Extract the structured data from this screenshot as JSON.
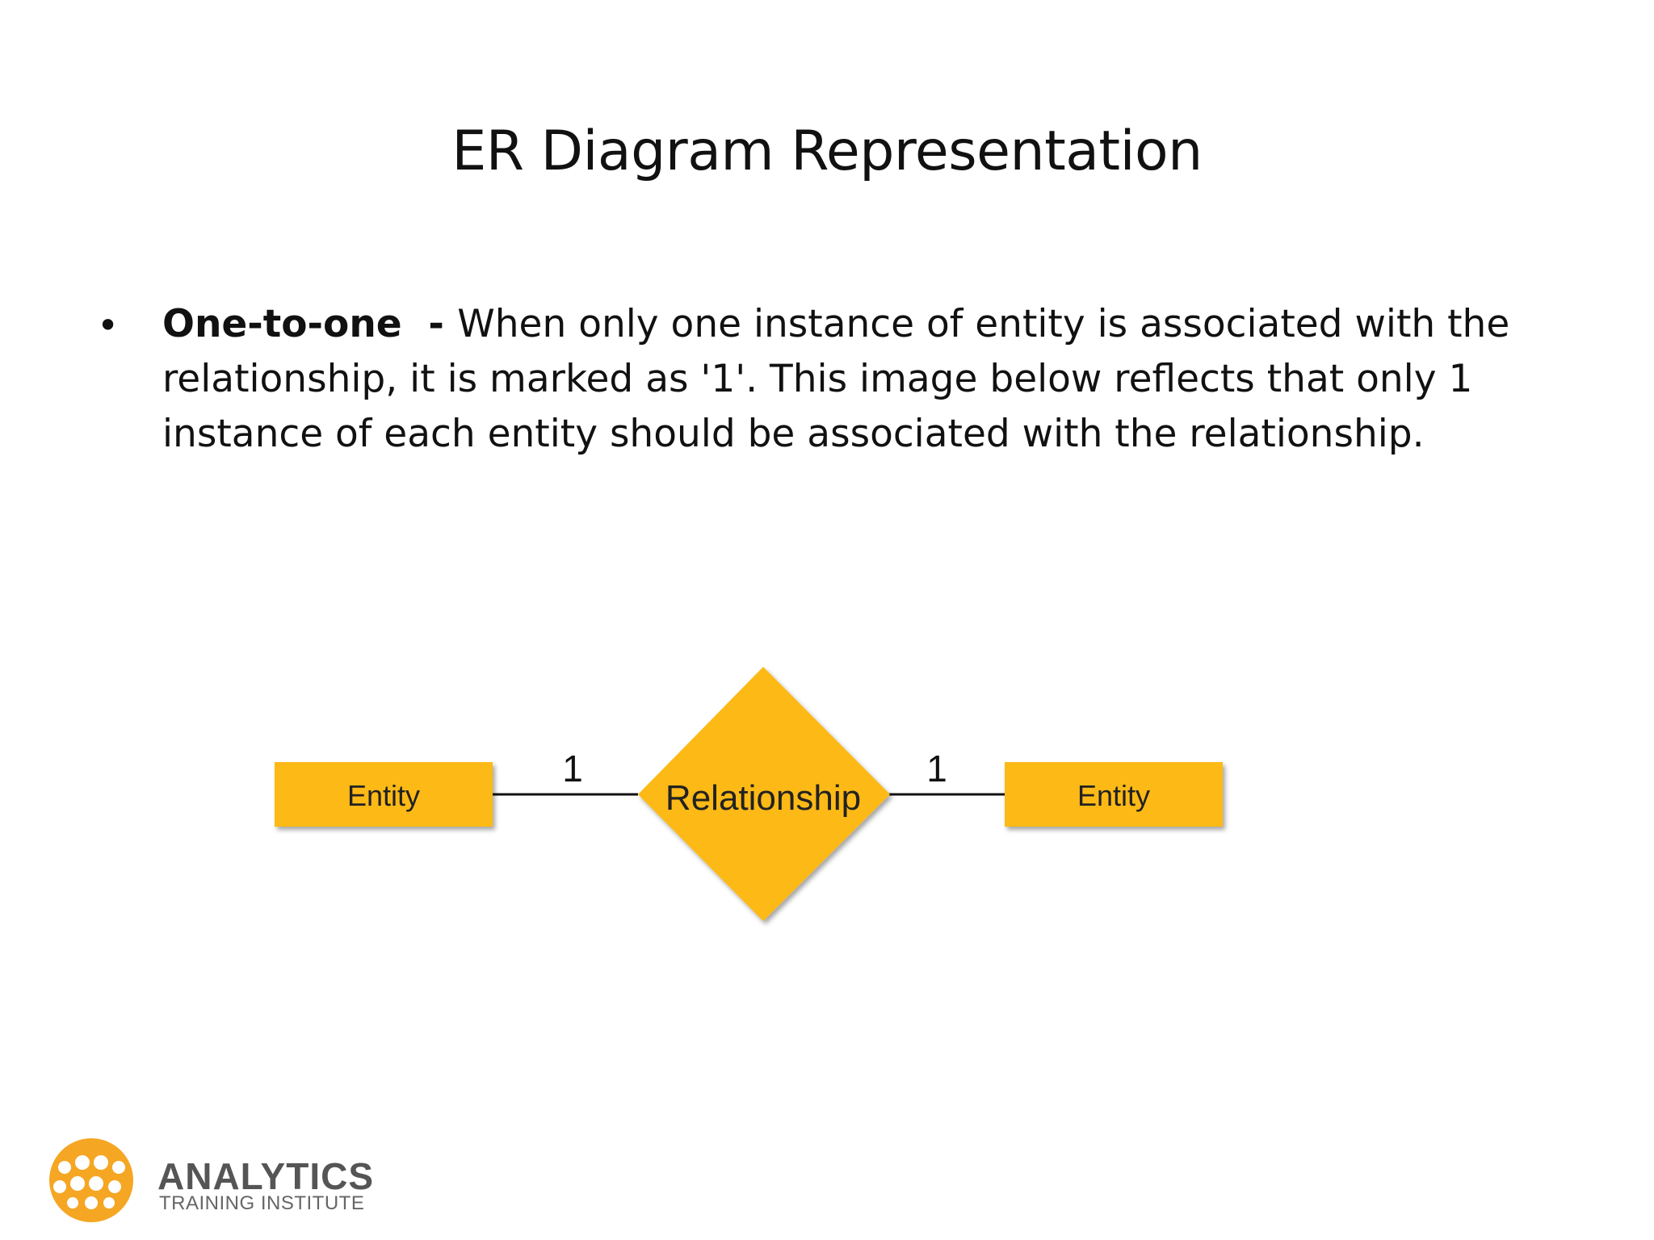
{
  "slide": {
    "title": "ER Diagram Representation"
  },
  "bullet": {
    "term": "One-to-one",
    "separator": "  - ",
    "text": "When only one instance of entity is associated with the relationship, it is marked as '1'. This image below reflects that only 1 instance of each entity should be associated with the relationship."
  },
  "diagram": {
    "left_entity": "Entity",
    "relationship": "Relationship",
    "right_entity": "Entity",
    "left_cardinality": "1",
    "right_cardinality": "1",
    "fill_color": "#FDB913",
    "line_color": "#111111"
  },
  "logo": {
    "name": "ANALYTICS",
    "subtitle": "TRAINING INSTITUTE",
    "accent_color": "#F5A623"
  }
}
